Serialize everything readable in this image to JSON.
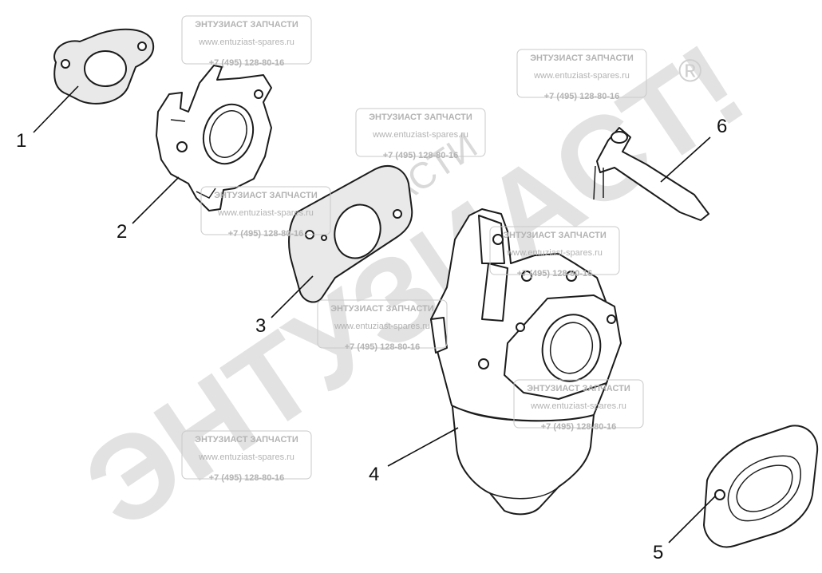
{
  "watermark": {
    "brand": "ЭНТУЗИАСТ!",
    "sub": "ЗАПЧАСТИ",
    "registered": "®"
  },
  "stamp": {
    "title": "ЭНТУЗИАСТ ЗАПЧАСТИ",
    "url": "www.entuziast-spares.ru",
    "phone": "+7 (495) 128-80-16"
  },
  "callouts": {
    "c1": "1",
    "c2": "2",
    "c3": "3",
    "c4": "4",
    "c5": "5",
    "c6": "6"
  },
  "colors": {
    "line": "#1c1c1c",
    "gasket_fill": "#e9e9e9",
    "watermark": "#d6d6d6"
  }
}
